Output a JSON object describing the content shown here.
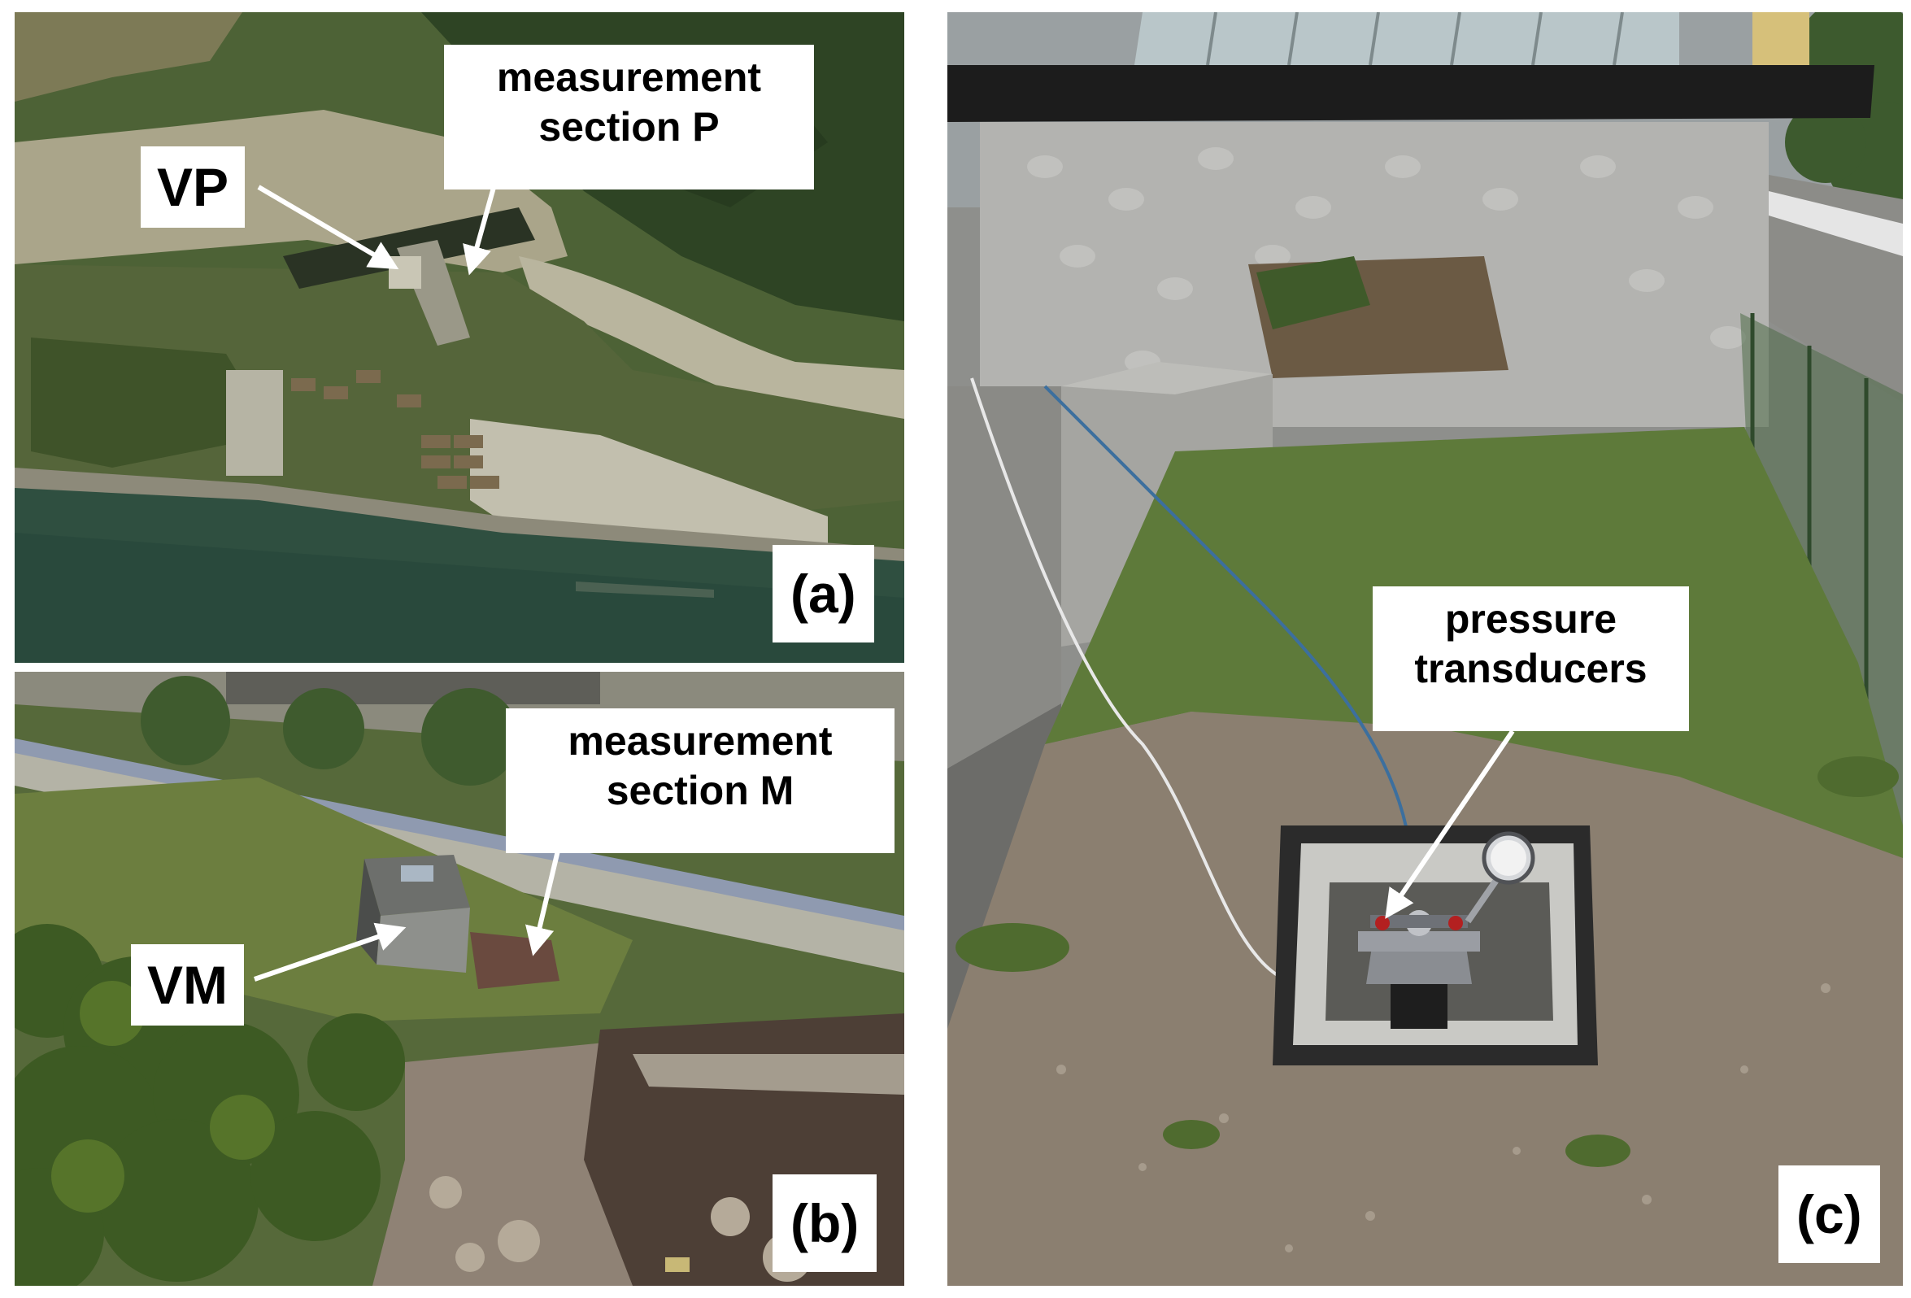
{
  "panels": {
    "a": {
      "tag": "(a)",
      "vp_label": "VP",
      "section_label_line1": "measurement",
      "section_label_line2": "section P"
    },
    "b": {
      "tag": "(b)",
      "vm_label": "VM",
      "section_label_line1": "measurement",
      "section_label_line2": "section M"
    },
    "c": {
      "tag": "(c)",
      "transducer_label_line1": "pressure",
      "transducer_label_line2": "transducers"
    }
  },
  "colors": {
    "water": "#2f4f40",
    "vegetation": "#3f5a2c",
    "gravel": "#8b7f70",
    "wall": "#b8b8b4",
    "label_bg": "#ffffff",
    "arrow": "#ffffff"
  }
}
